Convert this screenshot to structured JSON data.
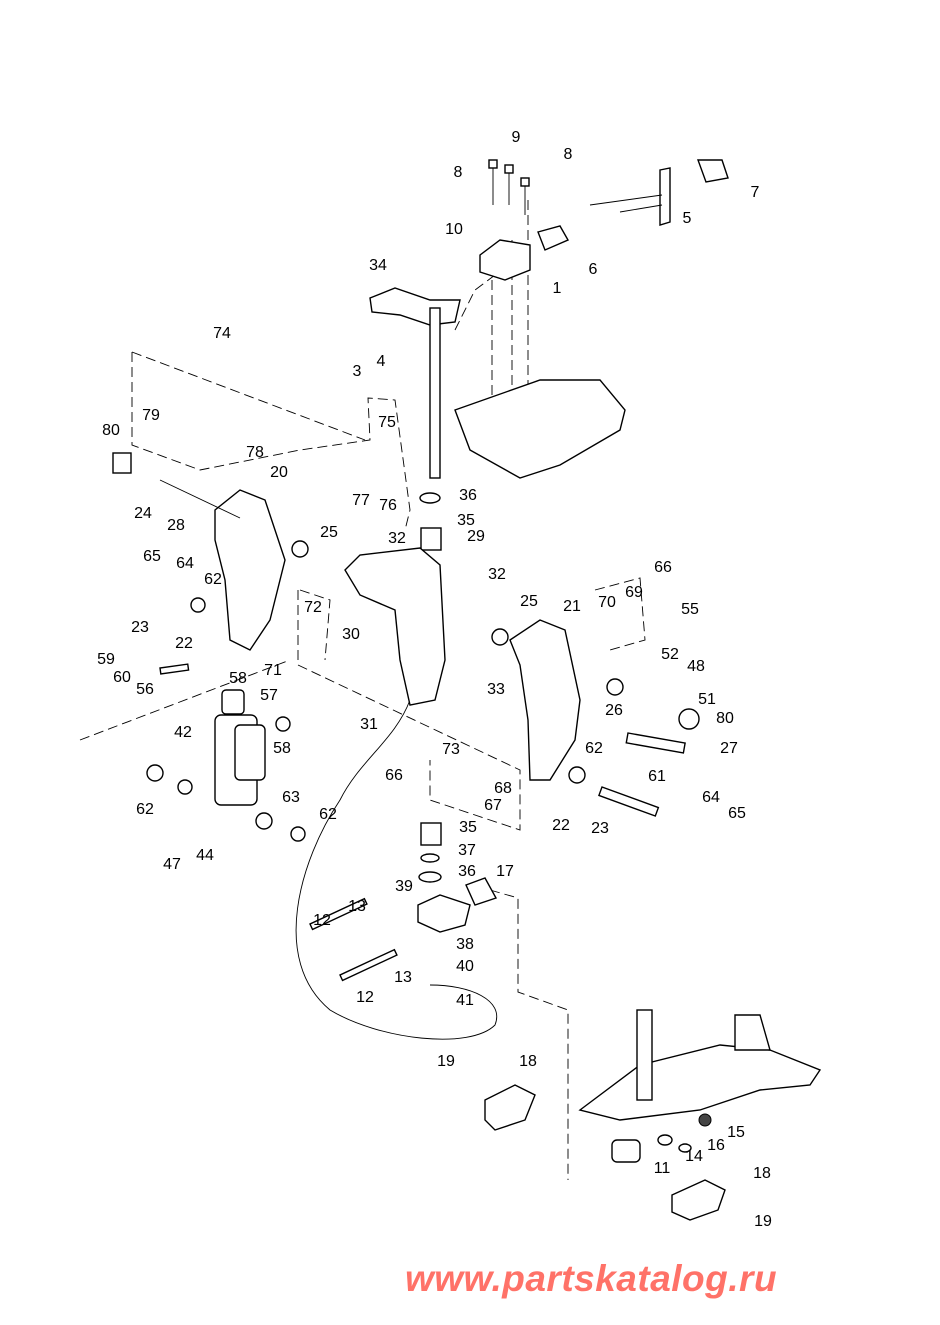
{
  "diagram": {
    "callouts": [
      "9",
      "8",
      "8",
      "7",
      "5",
      "10",
      "6",
      "1",
      "34",
      "74",
      "3",
      "4",
      "75",
      "79",
      "80",
      "78",
      "20",
      "77",
      "76",
      "36",
      "24",
      "28",
      "35",
      "25",
      "32",
      "29",
      "65",
      "64",
      "62",
      "32",
      "66",
      "25",
      "21",
      "70",
      "69",
      "55",
      "72",
      "30",
      "23",
      "22",
      "52",
      "48",
      "59",
      "60",
      "56",
      "71",
      "58",
      "57",
      "33",
      "51",
      "26",
      "80",
      "31",
      "42",
      "73",
      "58",
      "27",
      "62",
      "66",
      "61",
      "68",
      "67",
      "63",
      "64",
      "62",
      "62",
      "22",
      "23",
      "65",
      "35",
      "37",
      "47",
      "44",
      "36",
      "17",
      "39",
      "13",
      "12",
      "38",
      "40",
      "13",
      "12",
      "41",
      "19",
      "18",
      "15",
      "16",
      "14",
      "11",
      "18",
      "19"
    ],
    "line_color": "#000000"
  },
  "watermark": {
    "text": "www.partskatalog.ru",
    "color": "#ff5a4e"
  }
}
